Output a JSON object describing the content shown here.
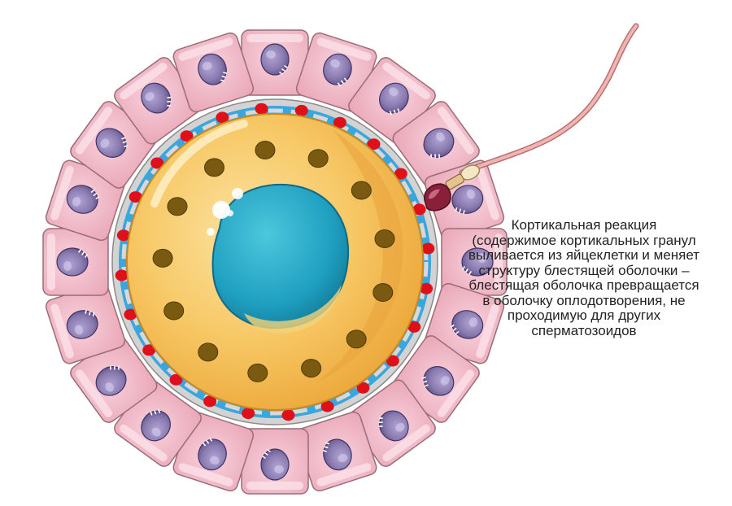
{
  "caption": {
    "lines": [
      "Кортикальная реакция",
      "(содержимое кортикальных гранул",
      "выливается из яйцеклетки и меняет",
      "структуру блестящей оболочки –",
      "блестящая оболочка превращается",
      "в оболочку оплодотворения, не",
      "проходимую для других",
      "сперматозоидов"
    ]
  },
  "colors": {
    "follicle_cell": "#f2bfcc",
    "follicle_cell_border": "#9a6d79",
    "follicle_nucleus": "#8a7bb0",
    "zona_pellucida": "#cfcfcf",
    "perivitelline_space": "#3aa6de",
    "cortical_granule": "#e0101a",
    "cytoplasm": "#f7c568",
    "cytoplasm_shade": "#eeaa3a",
    "yolk_granule": "#7a5a10",
    "nucleus": "#1f9fc0",
    "sperm_tail": "#d88e8e",
    "sperm_head": "#8a1f3a"
  },
  "icons": {
    "sperm": "sperm-icon",
    "egg": "egg-cell-icon"
  }
}
